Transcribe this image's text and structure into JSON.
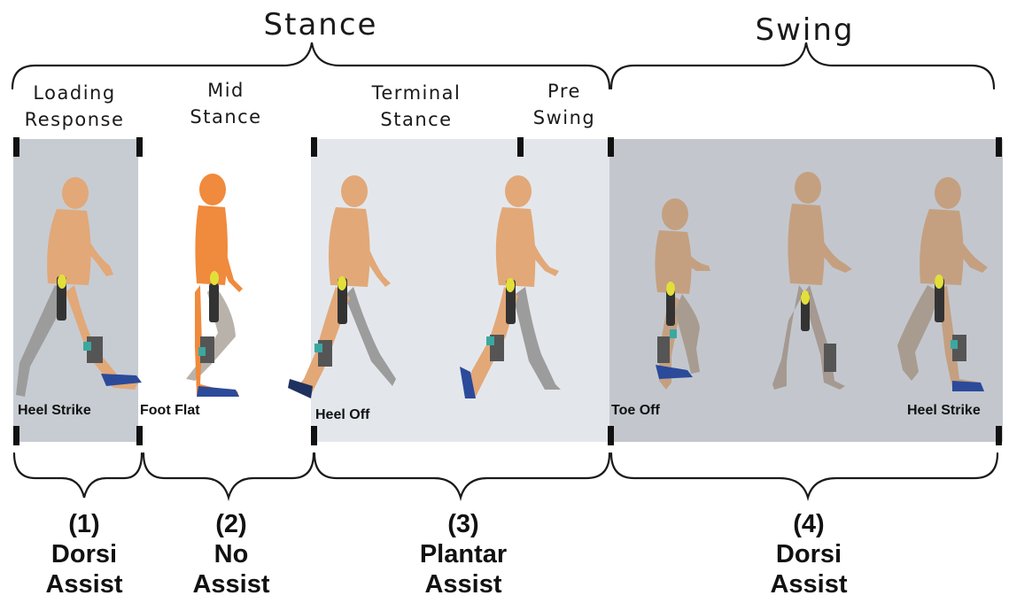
{
  "phases": {
    "stance_title": "Stance",
    "swing_title": "Swing",
    "loading_response": [
      "Loading",
      "Response"
    ],
    "mid_stance": [
      "Mid",
      "Stance"
    ],
    "terminal_stance": [
      "Terminal",
      "Stance"
    ],
    "pre_swing": [
      "Pre",
      "Swing"
    ]
  },
  "events": {
    "heel_strike_1": "Heel Strike",
    "foot_flat": "Foot Flat",
    "heel_off": "Heel Off",
    "toe_off": "Toe Off",
    "heel_strike_2": "Heel Strike"
  },
  "assist_modes": [
    {
      "num": "(1)",
      "line1": "Dorsi",
      "line2": "Assist"
    },
    {
      "num": "(2)",
      "line1": "No",
      "line2": "Assist"
    },
    {
      "num": "(3)",
      "line1": "Plantar",
      "line2": "Assist"
    },
    {
      "num": "(4)",
      "line1": "Dorsi",
      "line2": "Assist"
    }
  ],
  "colors": {
    "panel_loading": "#c7ccd3",
    "panel_terminal": "#e3e7ec",
    "panel_swing": "#c3c7cd",
    "figure_skin": "#e2a878",
    "figure_skin_bright": "#f08a3c",
    "figure_shadow_leg": "#9c9c9c",
    "device_dark": "#333333",
    "device_yellow": "#e3df3a",
    "device_teal": "#3aa8a0",
    "shoe_blue": "#2b4a9a"
  }
}
